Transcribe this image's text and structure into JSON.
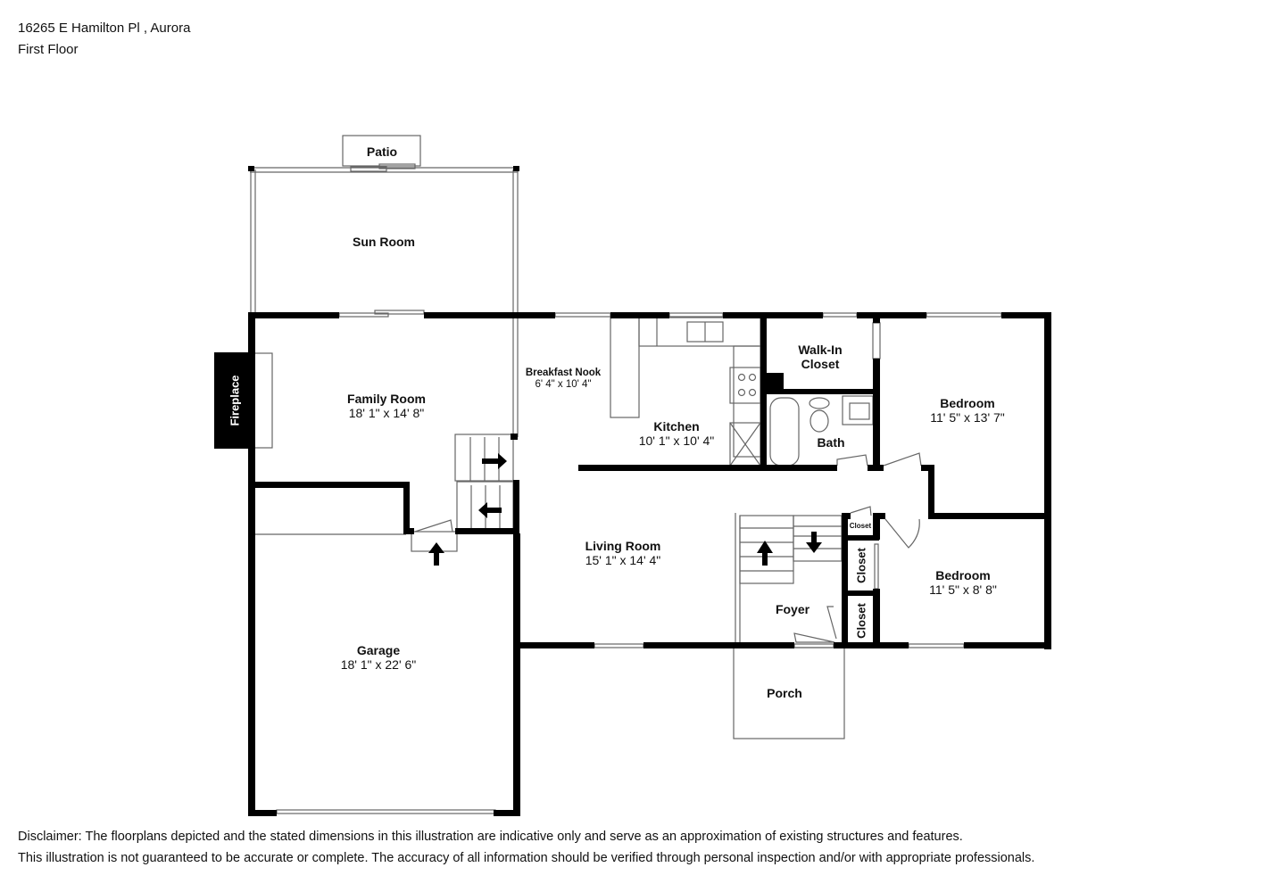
{
  "header": {
    "address": "16265 E Hamilton Pl , Aurora",
    "floor": "First Floor"
  },
  "rooms": [
    {
      "id": "patio",
      "name": "Patio",
      "dims": ""
    },
    {
      "id": "sun_room",
      "name": "Sun Room",
      "dims": ""
    },
    {
      "id": "family_room",
      "name": "Family Room",
      "dims": "18' 1\" x 14' 8\""
    },
    {
      "id": "breakfast_nook",
      "name": "Breakfast Nook",
      "dims": "6' 4\" x 10' 4\""
    },
    {
      "id": "kitchen",
      "name": "Kitchen",
      "dims": "10' 1\" x 10' 4\""
    },
    {
      "id": "walk_in_closet",
      "name": "Walk-In Closet",
      "line1": "Walk-In",
      "line2": "Closet",
      "dims": ""
    },
    {
      "id": "bath",
      "name": "Bath",
      "dims": ""
    },
    {
      "id": "bedroom_1",
      "name": "Bedroom",
      "dims": "11' 5\" x 13' 7\""
    },
    {
      "id": "living_room",
      "name": "Living Room",
      "dims": "15' 1\" x 14' 4\""
    },
    {
      "id": "foyer",
      "name": "Foyer",
      "dims": ""
    },
    {
      "id": "closet_small",
      "name": "Closet",
      "dims": ""
    },
    {
      "id": "closet_mid",
      "name": "Closet",
      "dims": ""
    },
    {
      "id": "closet_low",
      "name": "Closet",
      "dims": ""
    },
    {
      "id": "bedroom_2",
      "name": "Bedroom",
      "dims": "11' 5\" x 8' 8\""
    },
    {
      "id": "garage",
      "name": "Garage",
      "dims": "18' 1\" x 22' 6\""
    },
    {
      "id": "porch",
      "name": "Porch",
      "dims": ""
    }
  ],
  "features": {
    "fireplace": "Fireplace"
  },
  "disclaimer": {
    "line1": "Disclaimer: The floorplans depicted and the stated dimensions in this illustration are indicative only and serve as an approximation of existing structures and features.",
    "line2": "This illustration is not guaranteed to be accurate or complete. The accuracy of all information should be verified through personal inspection and/or with appropriate professionals."
  },
  "colors": {
    "wall": "#000000",
    "thin_line": "#666666",
    "background": "#ffffff"
  }
}
